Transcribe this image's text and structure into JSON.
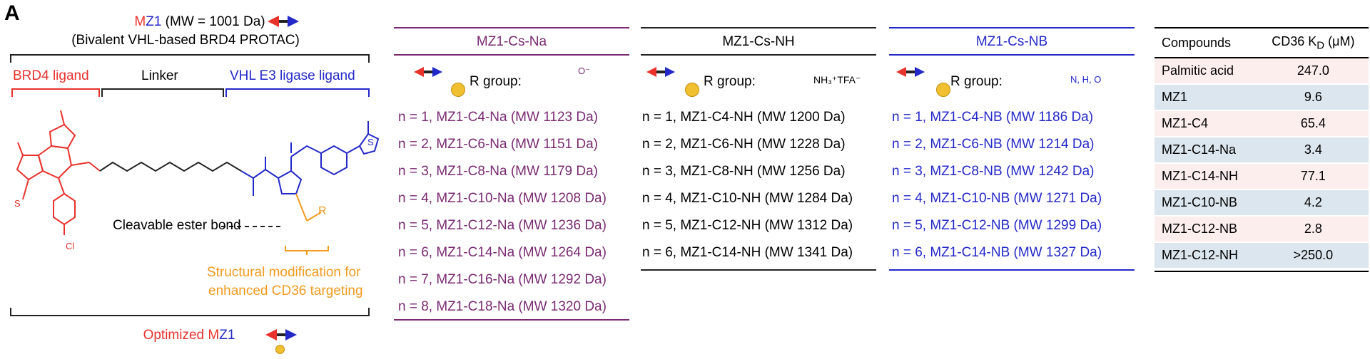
{
  "panel_label": "A",
  "header": {
    "title_m": "M",
    "title_z": "Z1",
    "title_rest": " (MW = 1001 Da)",
    "subtitle": "(Bivalent VHL-based BRD4 PROTAC)"
  },
  "segments": {
    "brd4": "BRD4 ligand",
    "linker": "Linker",
    "vhl": "VHL E3 ligase ligand"
  },
  "annotations": {
    "cleavable": "Cleavable ester bond",
    "r_label": "R",
    "modification_line1": "Structural modification for",
    "modification_line2": "enhanced CD36 targeting",
    "optimized_prefix": "Optimized ",
    "optimized_m": "M",
    "optimized_z": "Z1"
  },
  "columns": [
    {
      "title": "MZ1-Cs-Na",
      "r_group_label": "R group:",
      "r_group_chem": "O⁻",
      "items": [
        "n = 1, MZ1-C4-Na (MW 1123 Da)",
        "n = 2, MZ1-C6-Na (MW 1151 Da)",
        "n = 3, MZ1-C8-Na (MW 1179 Da)",
        "n = 4, MZ1-C10-Na (MW 1208 Da)",
        "n = 5, MZ1-C12-Na (MW 1236 Da)",
        "n = 6, MZ1-C14-Na (MW 1264 Da)",
        "n = 7, MZ1-C16-Na (MW 1292 Da)",
        "n = 8, MZ1-C18-Na (MW 1320 Da)"
      ]
    },
    {
      "title": "MZ1-Cs-NH",
      "r_group_label": "R group:",
      "r_group_chem": "NH₃⁺TFA⁻",
      "items": [
        "n = 1, MZ1-C4-NH (MW 1200 Da)",
        "n = 2, MZ1-C6-NH (MW 1228 Da)",
        "n = 3, MZ1-C8-NH (MW 1256 Da)",
        "n = 4, MZ1-C10-NH (MW 1284 Da)",
        "n = 5, MZ1-C12-NH (MW 1312 Da)",
        "n = 6, MZ1-C14-NH (MW 1341 Da)"
      ]
    },
    {
      "title": "MZ1-Cs-NB",
      "r_group_label": "R group:",
      "r_group_chem": "N, H, O",
      "items": [
        "n = 1, MZ1-C4-NB (MW 1186 Da)",
        "n = 2, MZ1-C6-NB (MW 1214 Da)",
        "n = 3, MZ1-C8-NB (MW 1242 Da)",
        "n = 4, MZ1-C10-NB (MW 1271 Da)",
        "n = 5, MZ1-C12-NB (MW 1299 Da)",
        "n = 6, MZ1-C14-NB (MW 1327 Da)"
      ]
    }
  ],
  "table": {
    "headers": [
      "Compounds",
      "CD36 K",
      "D",
      " (μM)"
    ],
    "rows": [
      [
        "Palmitic acid",
        "247.0"
      ],
      [
        "MZ1",
        "9.6"
      ],
      [
        "MZ1-C4",
        "65.4"
      ],
      [
        "MZ1-C14-Na",
        "3.4"
      ],
      [
        "MZ1-C14-NH",
        "77.1"
      ],
      [
        "MZ1-C10-NB",
        "4.2"
      ],
      [
        "MZ1-C12-NB",
        "2.8"
      ],
      [
        "MZ1-C12-NH",
        ">250.0"
      ]
    ]
  },
  "colors": {
    "red": "#e8322c",
    "blue": "#2328c8",
    "purple": "#7a2a73",
    "orange": "#f39a1e",
    "row_a": "#fdeeee",
    "row_b": "#dbe6ee"
  },
  "icons": [
    "protac-bidirectional-arrow-icon",
    "lipid-tail-ball-icon"
  ]
}
